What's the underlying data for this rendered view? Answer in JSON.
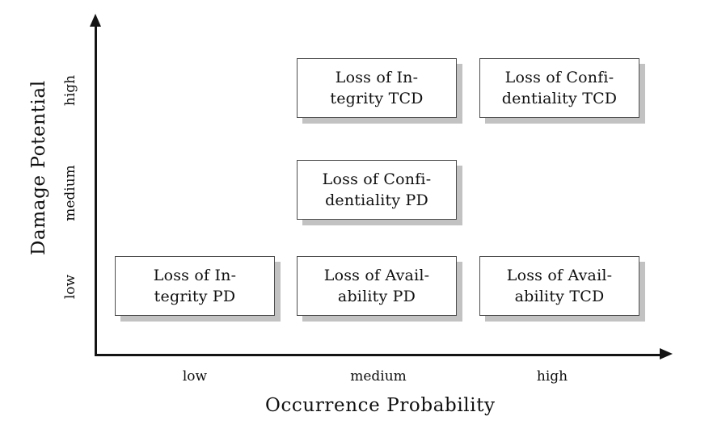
{
  "chart_data": {
    "type": "heatmap",
    "title": "",
    "xlabel": "Occurrence Probability",
    "ylabel": "Damage Potential",
    "x_categories": [
      "low",
      "medium",
      "high"
    ],
    "y_categories": [
      "low",
      "medium",
      "high"
    ],
    "grid": false,
    "legend": "none",
    "cells": [
      {
        "x": "medium",
        "y": "high",
        "label": "Loss of In-\ntegrity TCD",
        "line1": "Loss of In-",
        "line2": "tegrity TCD"
      },
      {
        "x": "high",
        "y": "high",
        "label": "Loss of Confi-\ndentiality TCD",
        "line1": "Loss of Confi-",
        "line2": "dentiality TCD"
      },
      {
        "x": "medium",
        "y": "medium",
        "label": "Loss of Confi-\ndentiality PD",
        "line1": "Loss of Confi-",
        "line2": "dentiality PD"
      },
      {
        "x": "low",
        "y": "low",
        "label": "Loss of In-\ntegrity PD",
        "line1": "Loss of In-",
        "line2": "tegrity PD"
      },
      {
        "x": "medium",
        "y": "low",
        "label": "Loss of Avail-\nability PD",
        "line1": "Loss of Avail-",
        "line2": "ability PD"
      },
      {
        "x": "high",
        "y": "low",
        "label": "Loss of Avail-\nability TCD",
        "line1": "Loss of Avail-",
        "line2": "ability TCD"
      }
    ],
    "empty_cells": [
      {
        "x": "low",
        "y": "high"
      },
      {
        "x": "low",
        "y": "medium"
      },
      {
        "x": "high",
        "y": "medium"
      }
    ]
  },
  "axes": {
    "y": {
      "title": "Damage Potential",
      "ticks": {
        "high": "high",
        "medium": "medium",
        "low": "low"
      }
    },
    "x": {
      "title": "Occurrence Probability",
      "ticks": {
        "low": "low",
        "medium": "medium",
        "high": "high"
      }
    }
  },
  "boxes": {
    "integrity_tcd": {
      "line1": "Loss of In-",
      "line2": "tegrity TCD"
    },
    "confidentiality_tcd": {
      "line1": "Loss of Confi-",
      "line2": "dentiality TCD"
    },
    "confidentiality_pd": {
      "line1": "Loss of Confi-",
      "line2": "dentiality PD"
    },
    "integrity_pd": {
      "line1": "Loss of In-",
      "line2": "tegrity PD"
    },
    "availability_pd": {
      "line1": "Loss of Avail-",
      "line2": "ability PD"
    },
    "availability_tcd": {
      "line1": "Loss of Avail-",
      "line2": "ability TCD"
    }
  },
  "colors": {
    "background": "#ffffff",
    "axis": "#141414",
    "box_border": "#4d4d4d",
    "box_fill": "#ffffff",
    "box_shadow": "#c2c2c2",
    "text": "#101010"
  }
}
